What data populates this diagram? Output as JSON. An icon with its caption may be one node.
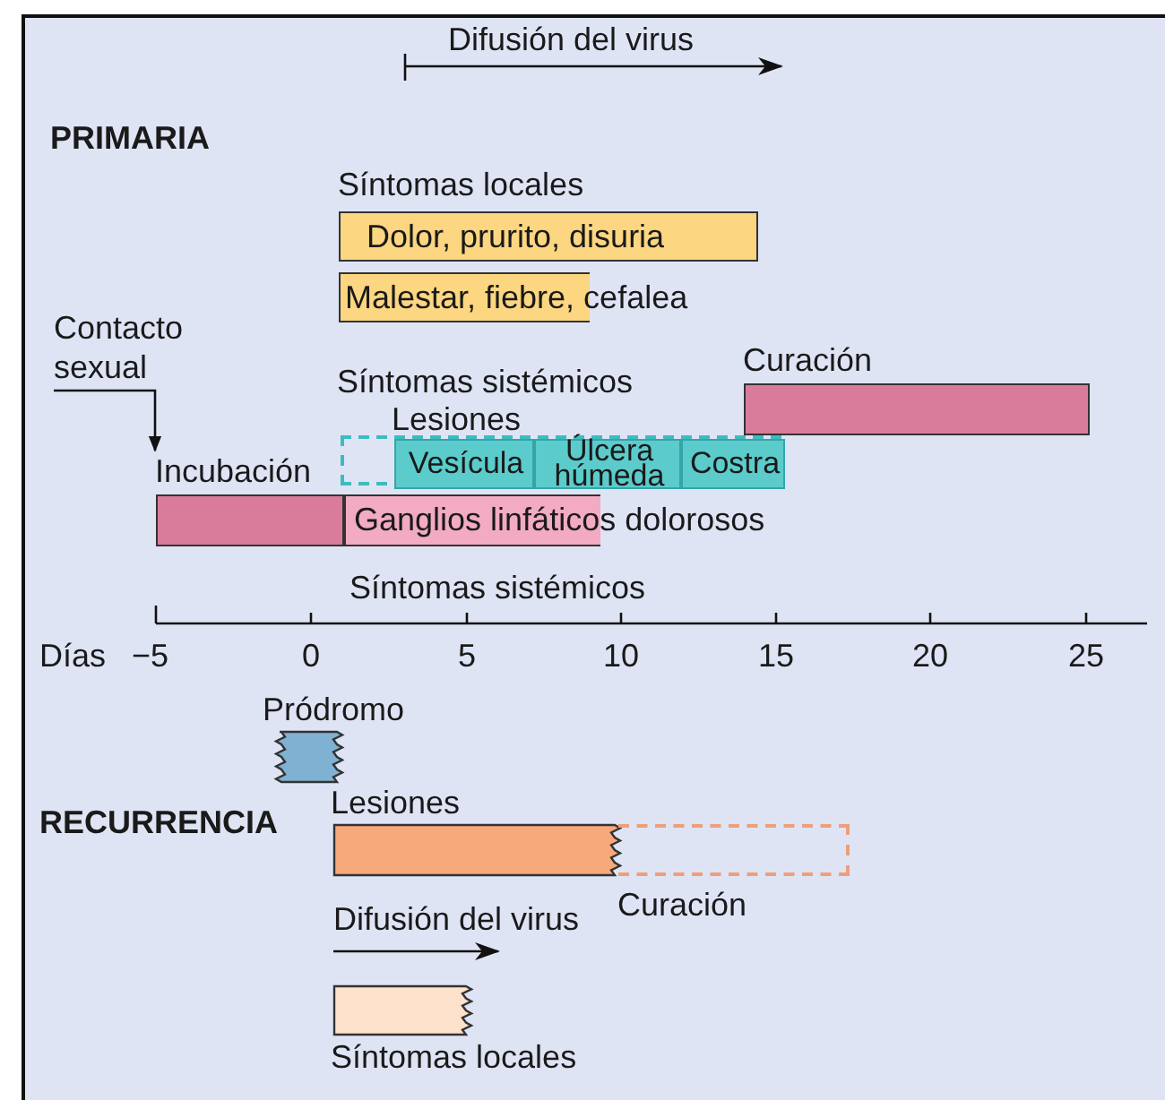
{
  "diagram": {
    "nodes": [
      {
        "text": [
          "Dolor, prurito, disuria"
        ],
        "beside": [
          "Síntomas locales"
        ]
      },
      {
        "text": [
          "Malestar, fiebre, cefalea"
        ]
      },
      {
        "text": [
          "Contacto sexual"
        ]
      },
      {
        "text": [],
        "shape": "bar",
        "beside": [
          "Curación"
        ]
      },
      {
        "text": [],
        "shape": "bar",
        "beside": [
          "Lesiones"
        ]
      },
      {
        "text": [
          "Vesícula"
        ],
        "in": 4
      },
      {
        "text": [
          "Úlcera húmeda"
        ],
        "in": 4
      },
      {
        "text": [
          "Costra"
        ],
        "in": 4
      },
      {
        "text": [],
        "shape": "bar",
        "beside": [
          "Incubación"
        ]
      },
      {
        "text": [
          "Ganglios linfáticos dolorosos"
        ]
      },
      {
        "text": [],
        "shape": "bar",
        "beside": [
          "Pródromo"
        ]
      },
      {
        "text": [],
        "shape": "bar",
        "beside": [
          "Lesiones"
        ]
      },
      {
        "text": [],
        "shape": "bar",
        "beside": [
          "Curación"
        ]
      },
      {
        "text": [],
        "shape": "bar",
        "beside": [
          "Síntomas locales"
        ]
      }
    ],
    "edges": [
      {
        "from": 2,
        "to": 8,
        "arrow": "to"
      }
    ],
    "labels": [
      "Difusión del virus",
      "PRIMARIA",
      "Síntomas sistémicos",
      "Síntomas sistémicos",
      "Días",
      "−5",
      "0",
      "5",
      "10",
      "15",
      "20",
      "25",
      "RECURRENCIA",
      "Difusión del virus"
    ]
  }
}
